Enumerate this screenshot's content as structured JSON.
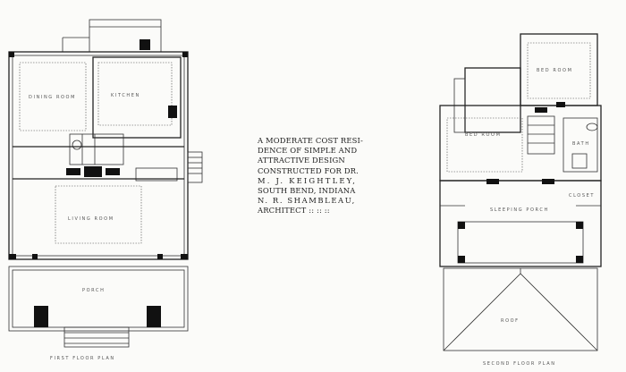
{
  "caption": {
    "lines": [
      "A MODERATE COST RESI-",
      "DENCE OF SIMPLE AND",
      "ATTRACTIVE DESIGN",
      "CONSTRUCTED FOR DR.",
      "M. J. KEIGHTLEY,",
      "SOUTH BEND, INDIANA",
      "N. R. SHAMBLEAU,",
      "ARCHITECT :: :: ::"
    ]
  },
  "plans": {
    "first_floor": {
      "rooms": [
        "DINING ROOM",
        "KITCHEN",
        "LIVING ROOM",
        "PORCH"
      ],
      "title": "FIRST FLOOR PLAN"
    },
    "second_floor": {
      "rooms": [
        "BED ROOM",
        "BED ROOM",
        "BATH",
        "CLOSET",
        "SLEEPING PORCH",
        "ROOF"
      ],
      "title": "SECOND FLOOR PLAN"
    }
  }
}
